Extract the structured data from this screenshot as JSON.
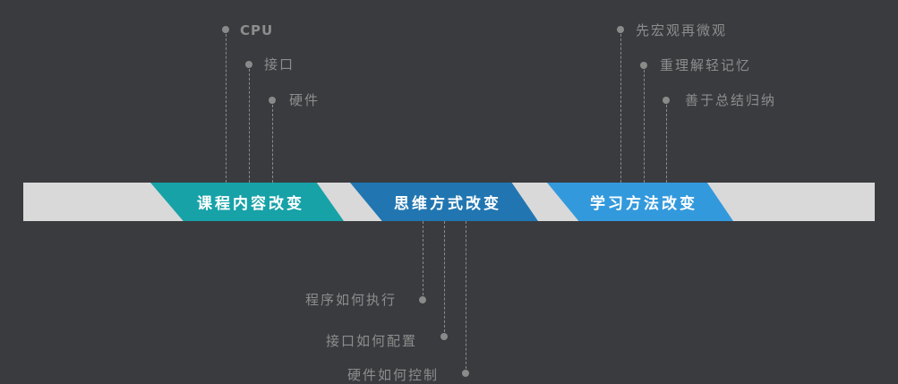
{
  "stages": [
    {
      "label": "课程内容改变",
      "color": "#17a2a8"
    },
    {
      "label": "思维方式改变",
      "color": "#2176b1"
    },
    {
      "label": "学习方法改变",
      "color": "#3399dd"
    }
  ],
  "callouts": {
    "top_left": [
      "CPU",
      "接口",
      "硬件"
    ],
    "bottom_center": [
      "程序如何执行",
      "接口如何配置",
      "硬件如何控制"
    ],
    "top_right": [
      "先宏观再微观",
      "重理解轻记忆",
      "善于总结归纳"
    ]
  },
  "colors": {
    "background": "#3a3b3f",
    "band": "#d9d9d9",
    "connector": "#8b8b8b",
    "text": "#8d8d8d"
  }
}
